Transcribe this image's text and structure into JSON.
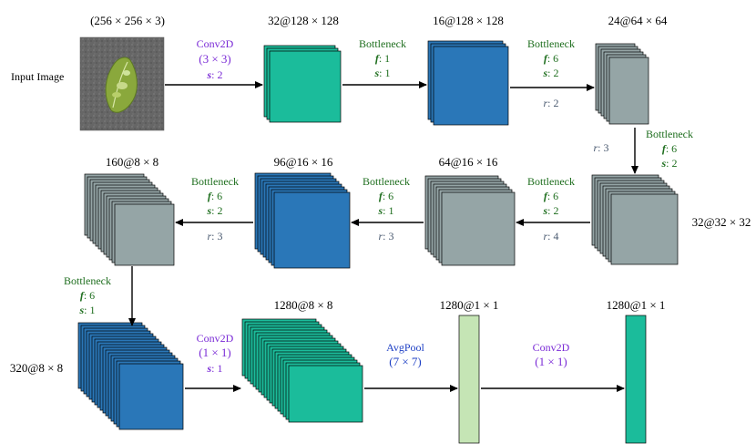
{
  "input": {
    "label": "Input Image",
    "dims": "(256 × 256 × 3)"
  },
  "layers": {
    "l1": "32@128 × 128",
    "l2": "16@128 × 128",
    "l3": "24@64 × 64",
    "l4": "32@32 × 32",
    "l5": "64@16 × 16",
    "l6": "96@16 × 16",
    "l7": "160@8 × 8",
    "l8": "320@8 × 8",
    "l9": "1280@8 × 8",
    "l10": "1280@1 × 1",
    "l11": "1280@1 × 1"
  },
  "ops": {
    "conv1": {
      "name": "Conv2D",
      "kernel": "(3 × 3)",
      "s_sym": "s",
      "s_val": ": 2"
    },
    "b1": {
      "name": "Bottleneck",
      "f_sym": "f",
      "f_val": ": 1",
      "s_sym": "s",
      "s_val": ": 1"
    },
    "b2": {
      "name": "Bottleneck",
      "f_sym": "f",
      "f_val": ": 6",
      "s_sym": "s",
      "s_val": ": 2",
      "r_sym": "r",
      "r_val": ": 2"
    },
    "b3": {
      "name": "Bottleneck",
      "f_sym": "f",
      "f_val": ": 6",
      "s_sym": "s",
      "s_val": ": 2",
      "r_sym": "r",
      "r_val": ": 3"
    },
    "b4": {
      "name": "Bottleneck",
      "f_sym": "f",
      "f_val": ": 6",
      "s_sym": "s",
      "s_val": ": 2",
      "r_sym": "r",
      "r_val": ": 4"
    },
    "b5": {
      "name": "Bottleneck",
      "f_sym": "f",
      "f_val": ": 6",
      "s_sym": "s",
      "s_val": ": 1",
      "r_sym": "r",
      "r_val": ": 3"
    },
    "b6": {
      "name": "Bottleneck",
      "f_sym": "f",
      "f_val": ": 6",
      "s_sym": "s",
      "s_val": ": 2",
      "r_sym": "r",
      "r_val": ": 3"
    },
    "b7": {
      "name": "Bottleneck",
      "f_sym": "f",
      "f_val": ": 6",
      "s_sym": "s",
      "s_val": ": 1"
    },
    "conv2": {
      "name": "Conv2D",
      "kernel": "(1 × 1)",
      "s_sym": "s",
      "s_val": ": 1"
    },
    "pool": {
      "name": "AvgPool",
      "kernel": "(7 × 7)"
    },
    "conv3": {
      "name": "Conv2D",
      "kernel": "(1 × 1)"
    }
  },
  "colors": {
    "teal": "#1bbc9b",
    "blue": "#2a77b8",
    "gray": "#95a5a6",
    "pale_green": "#c5e5b5",
    "green_text": "#1e6e1e",
    "purple_text": "#7a2ad6",
    "blue_text": "#1d3fc4",
    "slate_text": "#4a5a70"
  }
}
